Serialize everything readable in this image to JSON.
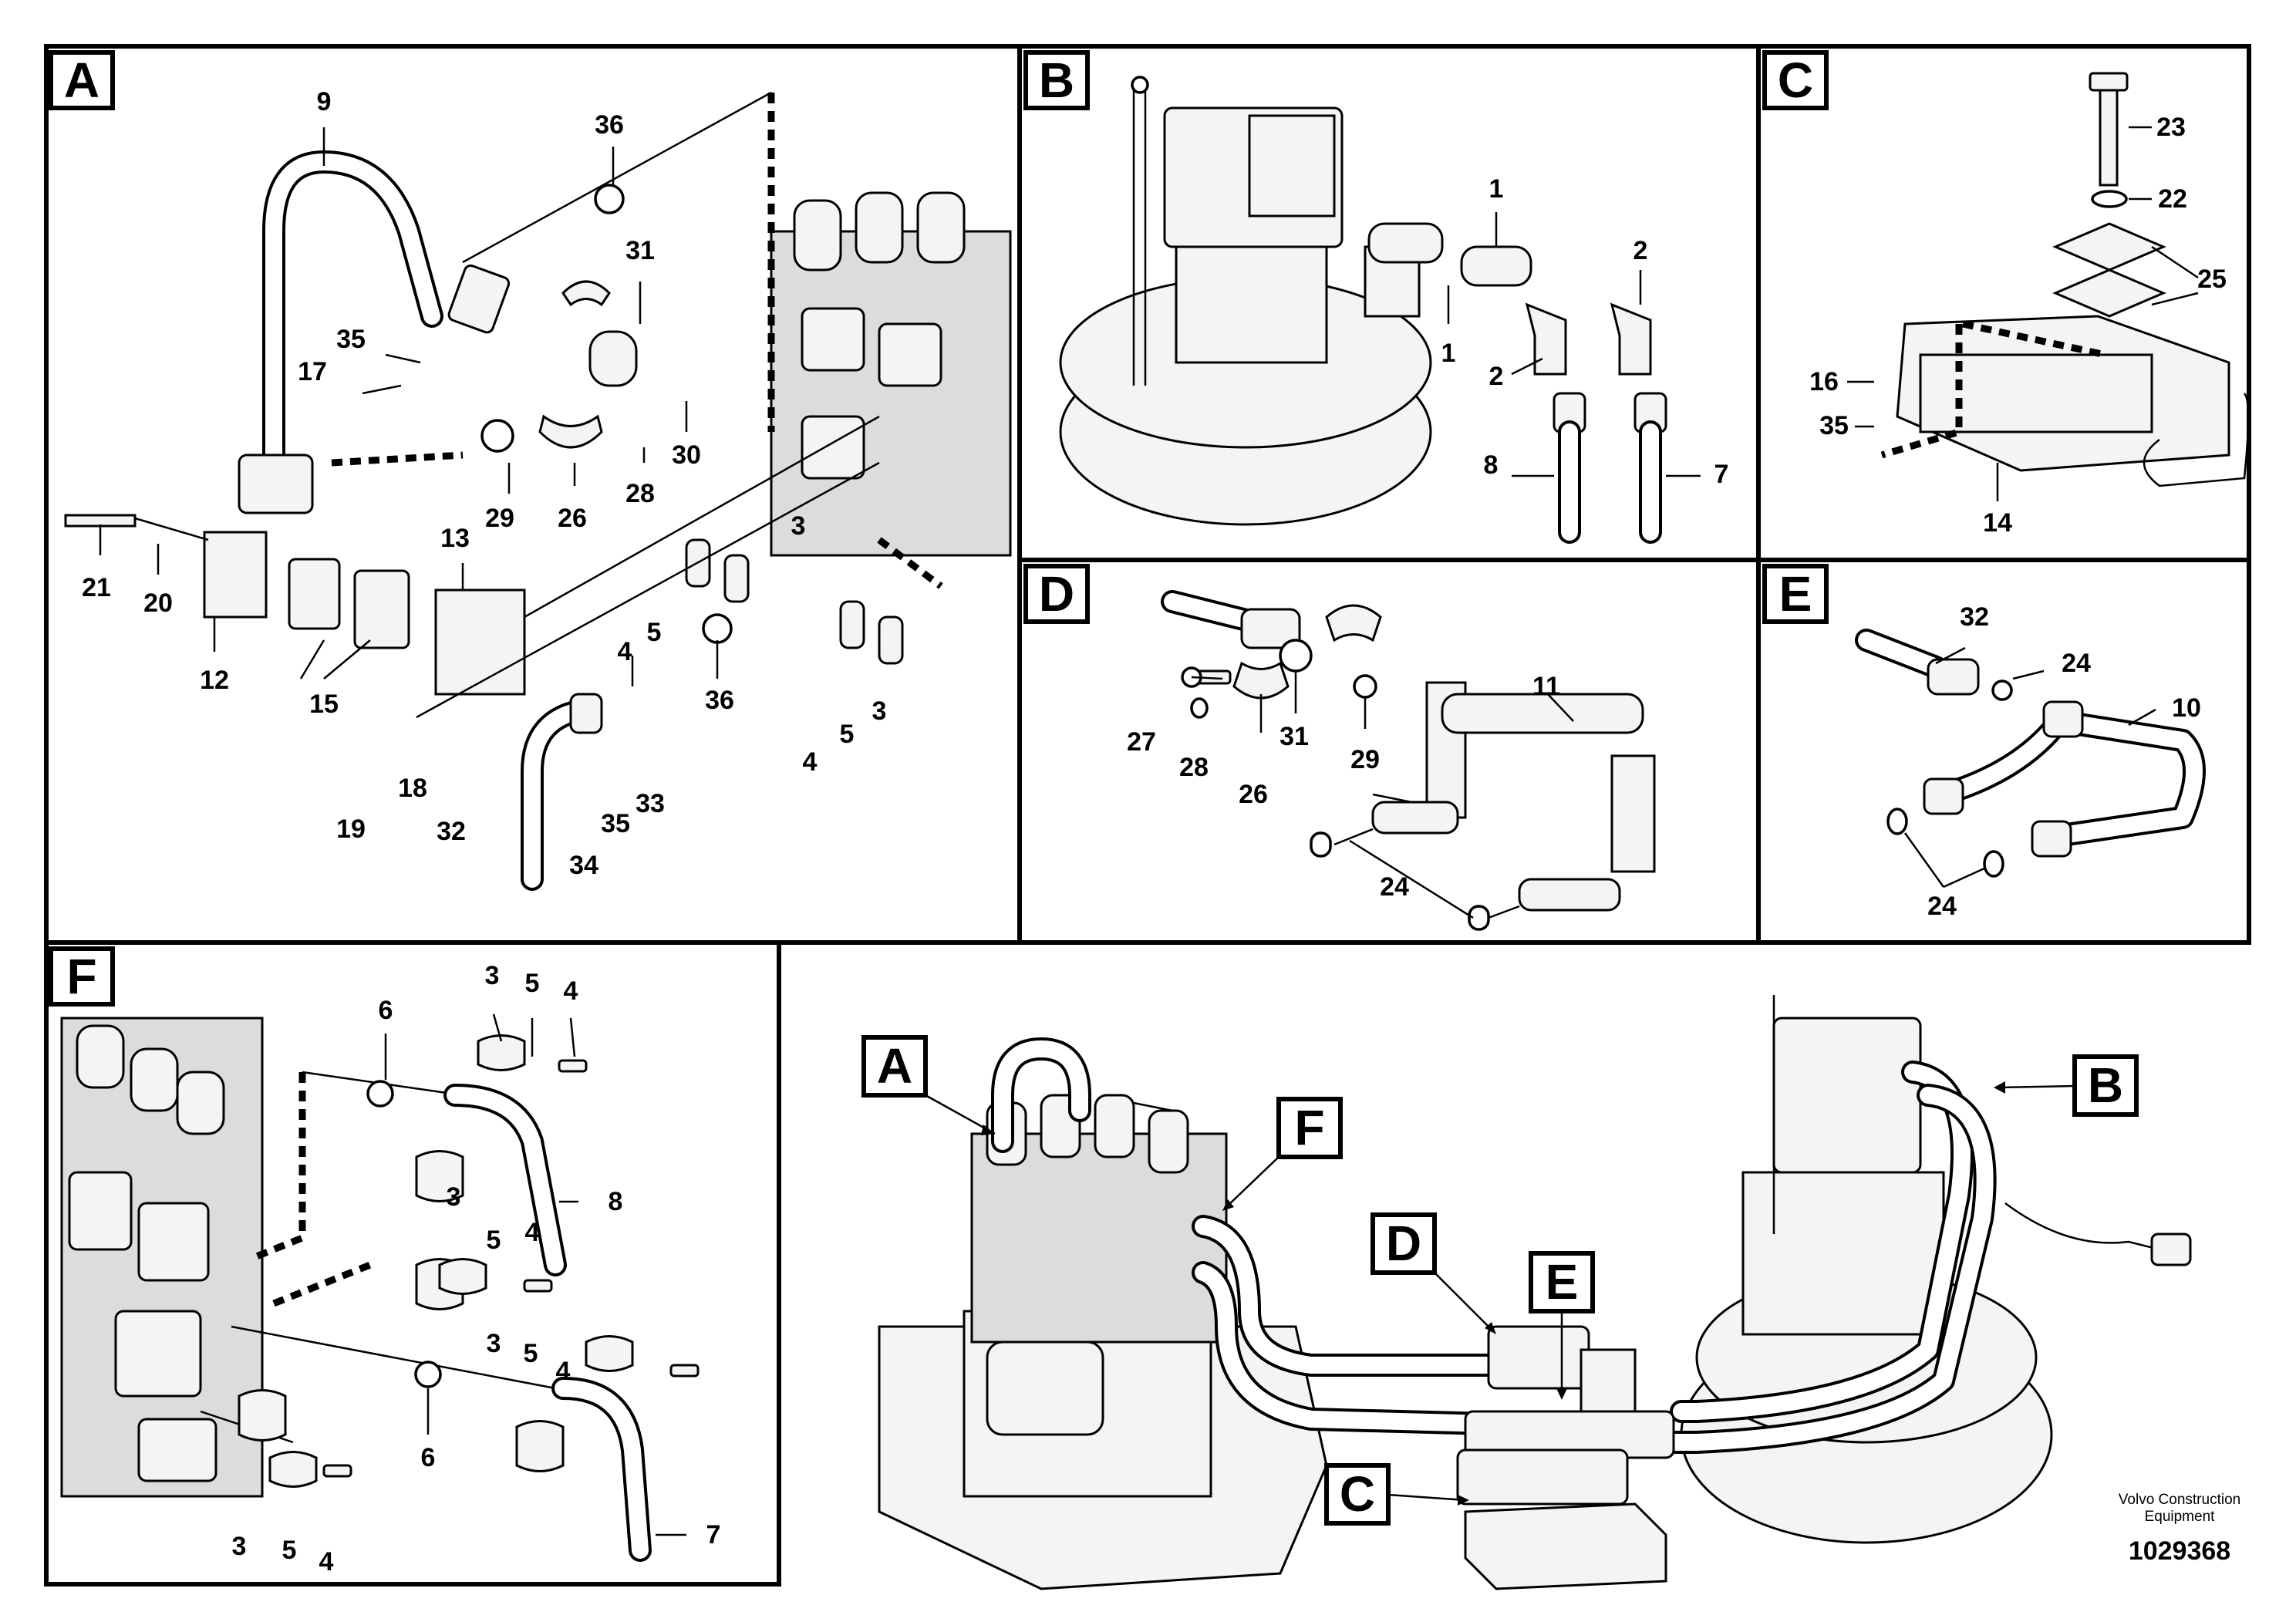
{
  "panels": {
    "A": {
      "badge": "A",
      "labels": [
        "9",
        "36",
        "31",
        "35",
        "17",
        "29",
        "26",
        "28",
        "30",
        "21",
        "20",
        "13",
        "12",
        "15",
        "19",
        "18",
        "3",
        "4",
        "5",
        "36",
        "33",
        "35",
        "34",
        "32",
        "3",
        "4",
        "5"
      ]
    },
    "B": {
      "badge": "B",
      "labels": [
        "1",
        "1",
        "2",
        "2",
        "8",
        "7"
      ]
    },
    "C": {
      "badge": "C",
      "labels": [
        "23",
        "22",
        "25",
        "16",
        "35",
        "14"
      ]
    },
    "D": {
      "badge": "D",
      "labels": [
        "11",
        "27",
        "28",
        "31",
        "29",
        "26",
        "24"
      ]
    },
    "E": {
      "badge": "E",
      "labels": [
        "32",
        "24",
        "10",
        "24"
      ]
    },
    "F": {
      "badge": "F",
      "labels": [
        "6",
        "3",
        "5",
        "4",
        "8",
        "3",
        "5",
        "4",
        "3",
        "5",
        "4",
        "6",
        "3",
        "5",
        "4",
        "7"
      ]
    }
  },
  "overview": {
    "callouts": [
      "A",
      "B",
      "C",
      "D",
      "E",
      "F"
    ]
  },
  "credit": {
    "line1": "Volvo Construction",
    "line2": "Equipment"
  },
  "doc_number": "1029368"
}
